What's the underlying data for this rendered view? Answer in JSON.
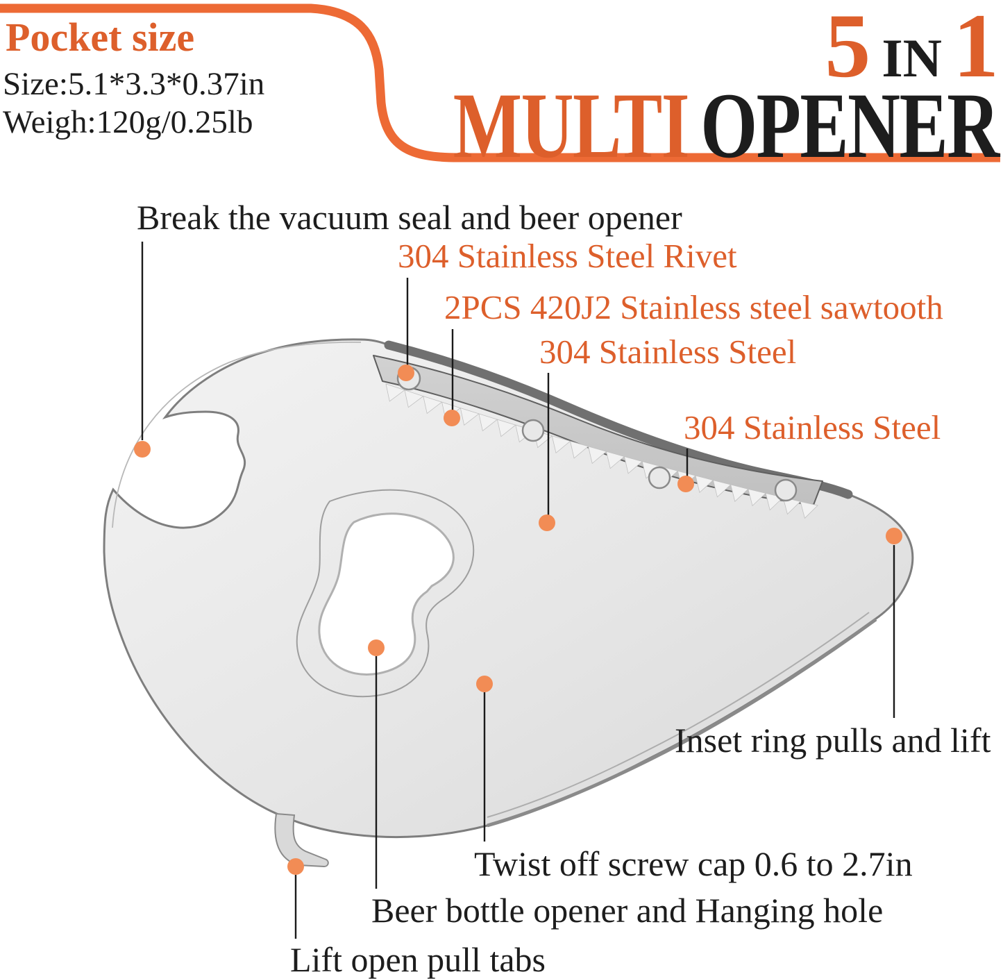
{
  "colors": {
    "accent_orange": "#DD5F2B",
    "dot_orange": "#F28C55",
    "swoosh_orange": "#ED6A35",
    "text_black": "#1D1D1D"
  },
  "pocket_info": {
    "title": "Pocket size",
    "size": "Size:5.1*3.3*0.37in",
    "weight": "Weigh:120g/0.25lb"
  },
  "title": {
    "five": "5",
    "in": "IN",
    "one": "1",
    "multi": "MULTI",
    "opener": "OPENER"
  },
  "callouts": [
    {
      "id": "break-vacuum",
      "label": "Break the vacuum seal and beer opener"
    },
    {
      "id": "rivet",
      "label": "304 Stainless Steel Rivet"
    },
    {
      "id": "sawtooth",
      "label": "2PCS 420J2 Stainless steel sawtooth"
    },
    {
      "id": "steel-1",
      "label": "304 Stainless Steel"
    },
    {
      "id": "steel-2",
      "label": "304 Stainless Steel"
    },
    {
      "id": "inset-ring",
      "label": "Inset ring pulls and lift"
    },
    {
      "id": "twist-off",
      "label": "Twist off screw cap 0.6 to 2.7in"
    },
    {
      "id": "beer-bottle",
      "label": "Beer bottle opener and Hanging hole"
    },
    {
      "id": "lift-tabs",
      "label": "Lift open pull tabs"
    }
  ]
}
